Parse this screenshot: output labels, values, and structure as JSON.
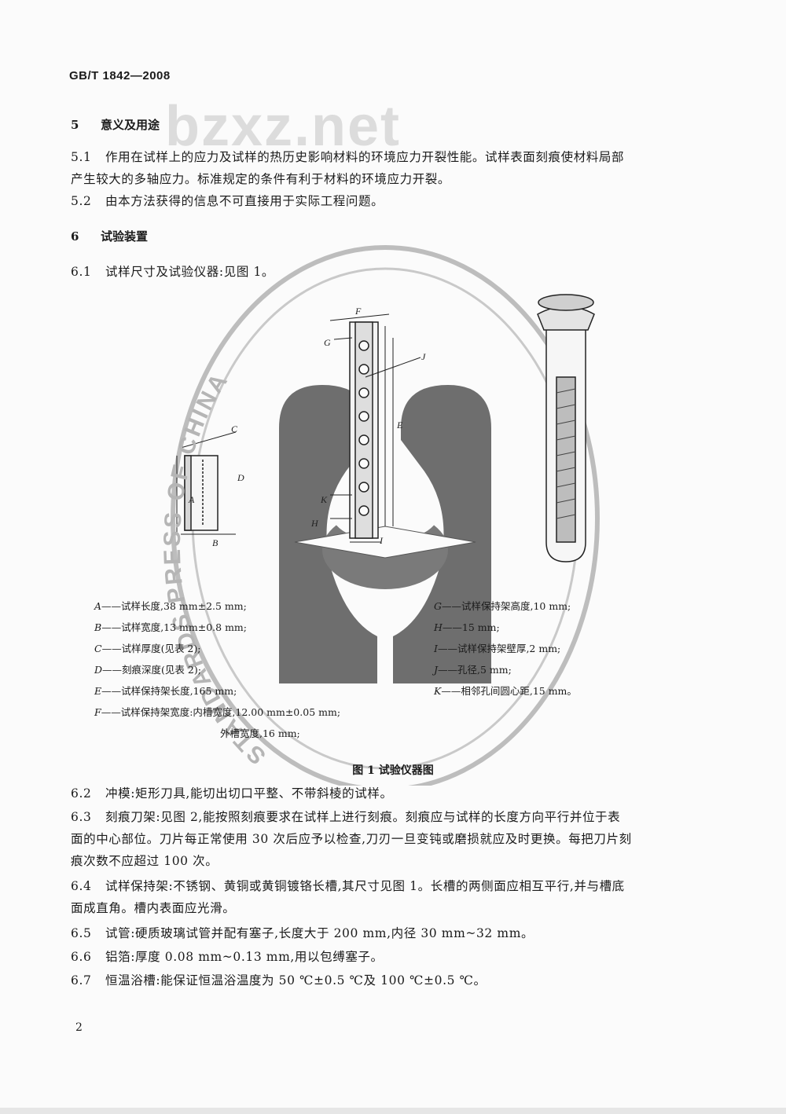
{
  "header": {
    "std_no": "GB/T 1842—2008"
  },
  "watermark": {
    "text": "bzxz.net"
  },
  "stamp": {
    "text": "STANDARDS PRESS OF CHINA"
  },
  "sections": [
    {
      "num": "5",
      "title": "意义及用途"
    },
    {
      "num": "6",
      "title": "试验装置"
    }
  ],
  "p51": {
    "num": "5.1",
    "line1": "作用在试样上的应力及试样的热历史影响材料的环境应力开裂性能。试样表面刻痕使材料局部",
    "line2": "产生较大的多轴应力。标准规定的条件有利于材料的环境应力开裂。"
  },
  "p52": {
    "num": "5.2",
    "line1": "由本方法获得的信息不可直接用于实际工程问题。"
  },
  "p61": {
    "num": "6.1",
    "line1": "试样尺寸及试验仪器:见图 1。"
  },
  "figure": {
    "labels": [
      "A",
      "B",
      "C",
      "D",
      "E",
      "F",
      "G",
      "H",
      "I",
      "J",
      "K"
    ],
    "legend_left": [
      {
        "key": "A",
        "text": "——试样长度,38 mm±2.5 mm;"
      },
      {
        "key": "B",
        "text": "——试样宽度,13 mm±0.8 mm;"
      },
      {
        "key": "C",
        "text": "——试样厚度(见表 2);"
      },
      {
        "key": "D",
        "text": "——刻痕深度(见表 2);"
      },
      {
        "key": "E",
        "text": "——试样保持架长度,165 mm;"
      },
      {
        "key": "F",
        "text": "——试样保持架宽度:内槽宽度,12.00 mm±0.05 mm;"
      }
    ],
    "legend_left_cont": "外槽宽度,16 mm;",
    "legend_right": [
      {
        "key": "G",
        "text": "——试样保持架高度,10 mm;"
      },
      {
        "key": "H",
        "text": "——15 mm;"
      },
      {
        "key": "I",
        "text": "——试样保持架壁厚,2 mm;"
      },
      {
        "key": "J",
        "text": "——孔径,5 mm;"
      },
      {
        "key": "K",
        "text": "——相邻孔间圆心距,15 mm。"
      }
    ],
    "caption": "图 1  试验仪器图"
  },
  "p62": {
    "num": "6.2",
    "line1": "冲模:矩形刀具,能切出切口平整、不带斜棱的试样。"
  },
  "p63": {
    "num": "6.3",
    "line1": "刻痕刀架:见图 2,能按照刻痕要求在试样上进行刻痕。刻痕应与试样的长度方向平行并位于表",
    "line2": "面的中心部位。刀片每正常使用 30 次后应予以检查,刀刃一旦变钝或磨损就应及时更换。每把刀片刻",
    "line3": "痕次数不应超过 100 次。"
  },
  "p64": {
    "num": "6.4",
    "line1": "试样保持架:不锈钢、黄铜或黄铜镀铬长槽,其尺寸见图 1。长槽的两侧面应相互平行,并与槽底",
    "line2": "面成直角。槽内表面应光滑。"
  },
  "p65": {
    "num": "6.5",
    "line1": "试管:硬质玻璃试管并配有塞子,长度大于 200 mm,内径 30 mm~32 mm。"
  },
  "p66": {
    "num": "6.6",
    "line1": "铝箔:厚度 0.08 mm~0.13 mm,用以包缚塞子。"
  },
  "p67": {
    "num": "6.7",
    "line1": "恒温浴槽:能保证恒温浴温度为 50 ℃±0.5 ℃及 100 ℃±0.5 ℃。"
  },
  "page_number": "2"
}
